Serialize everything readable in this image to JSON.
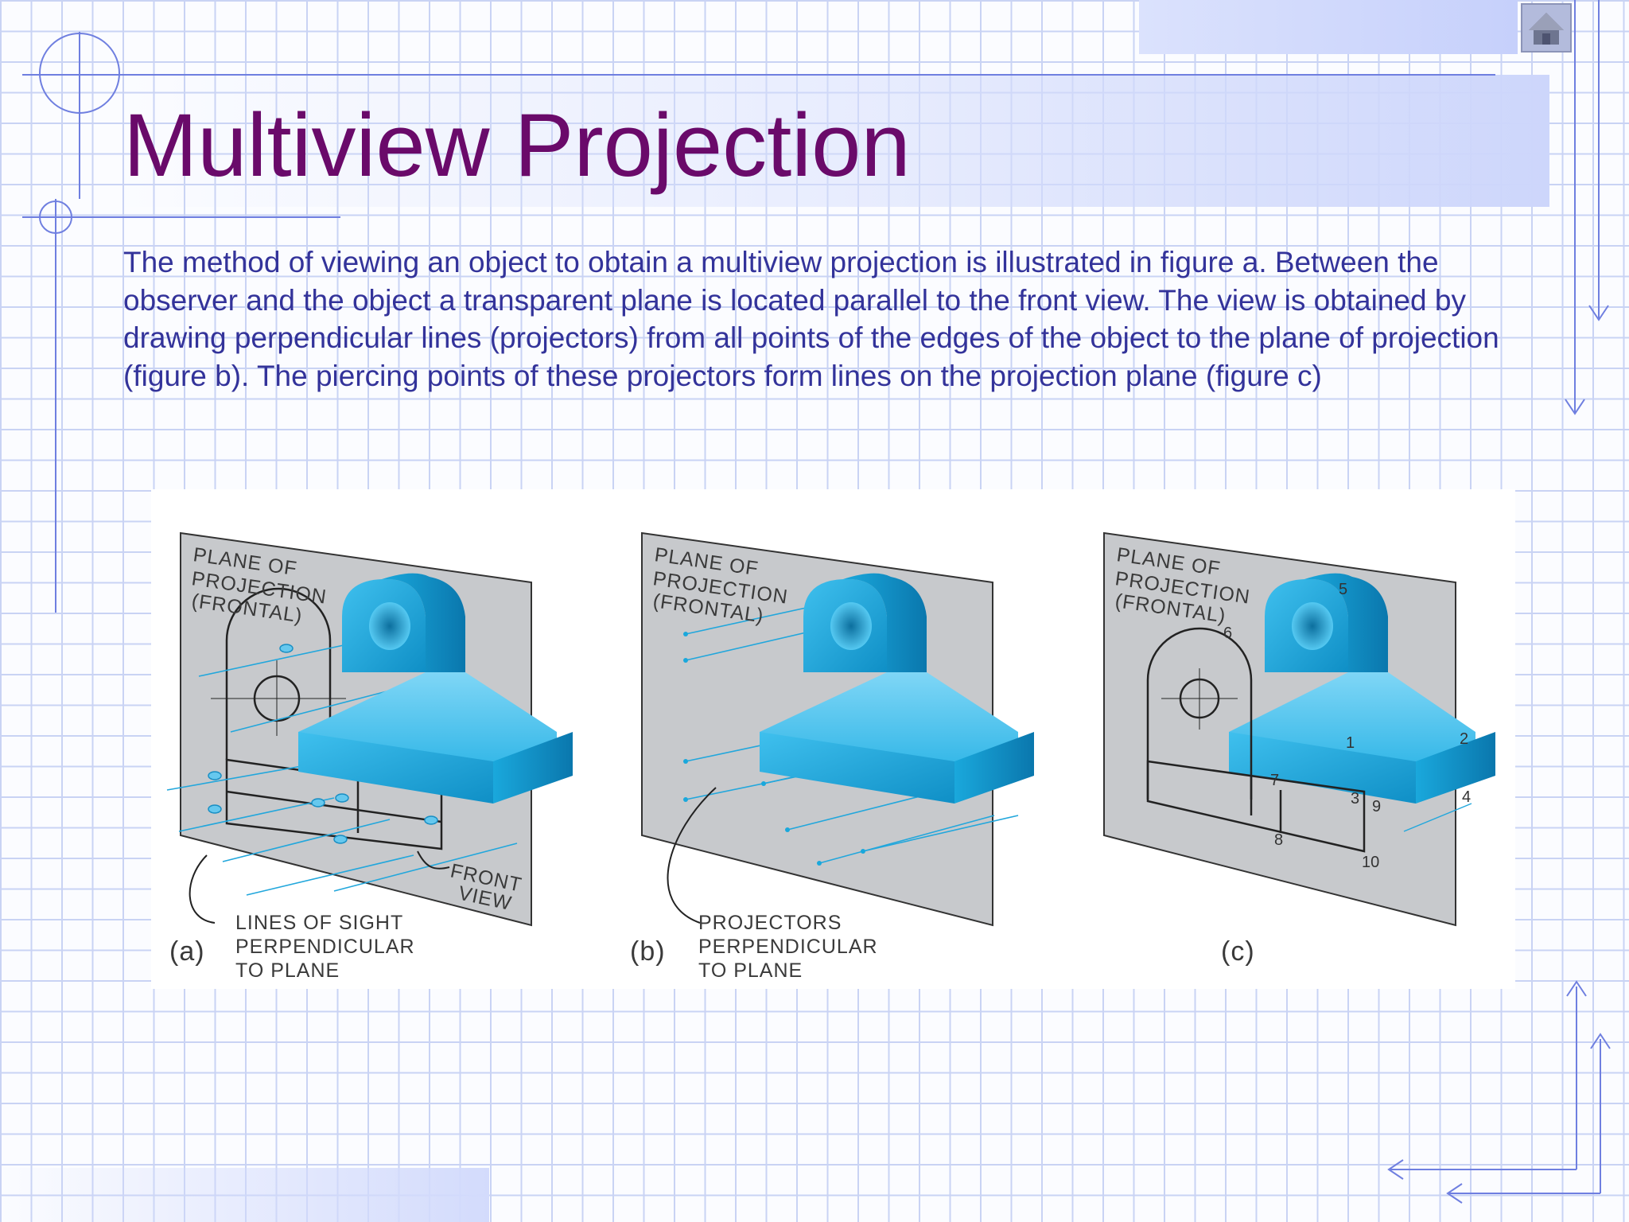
{
  "slide": {
    "title": "Multiview Projection",
    "body": "The method of viewing an object to obtain a multiview projection is illustrated in figure a.  Between the observer and the object a transparent plane is located parallel to the front view.  The view is obtained by drawing perpendicular lines (projectors) from all points of the edges of the object to the plane of projection (figure b).  The piercing points of these projectors form lines on the projection plane (figure c)"
  },
  "figures": [
    {
      "id": "a",
      "caption": "(a)",
      "plane_label": [
        "PLANE OF",
        "PROJECTION",
        "(FRONTAL)"
      ],
      "callout": [
        "LINES OF SIGHT",
        "PERPENDICULAR",
        "TO PLANE"
      ],
      "extra_label": [
        "FRONT",
        "VIEW"
      ]
    },
    {
      "id": "b",
      "caption": "(b)",
      "plane_label": [
        "PLANE OF",
        "PROJECTION",
        "(FRONTAL)"
      ],
      "callout": [
        "PROJECTORS",
        "PERPENDICULAR",
        "TO PLANE"
      ]
    },
    {
      "id": "c",
      "caption": "(c)",
      "plane_label": [
        "PLANE OF",
        "PROJECTION",
        "(FRONTAL)"
      ],
      "points": [
        "1",
        "2",
        "3",
        "4",
        "5",
        "6",
        "7",
        "8",
        "9",
        "10"
      ]
    }
  ],
  "colors": {
    "title": "#6a0a6a",
    "body_text": "#33339a",
    "grid": "#c9d3f4",
    "decor_lines": "#6f7fe0",
    "object_blue": "#1aa8dc",
    "plane_gray": "#c7c9cc"
  },
  "icons": {
    "home": "home-icon"
  }
}
